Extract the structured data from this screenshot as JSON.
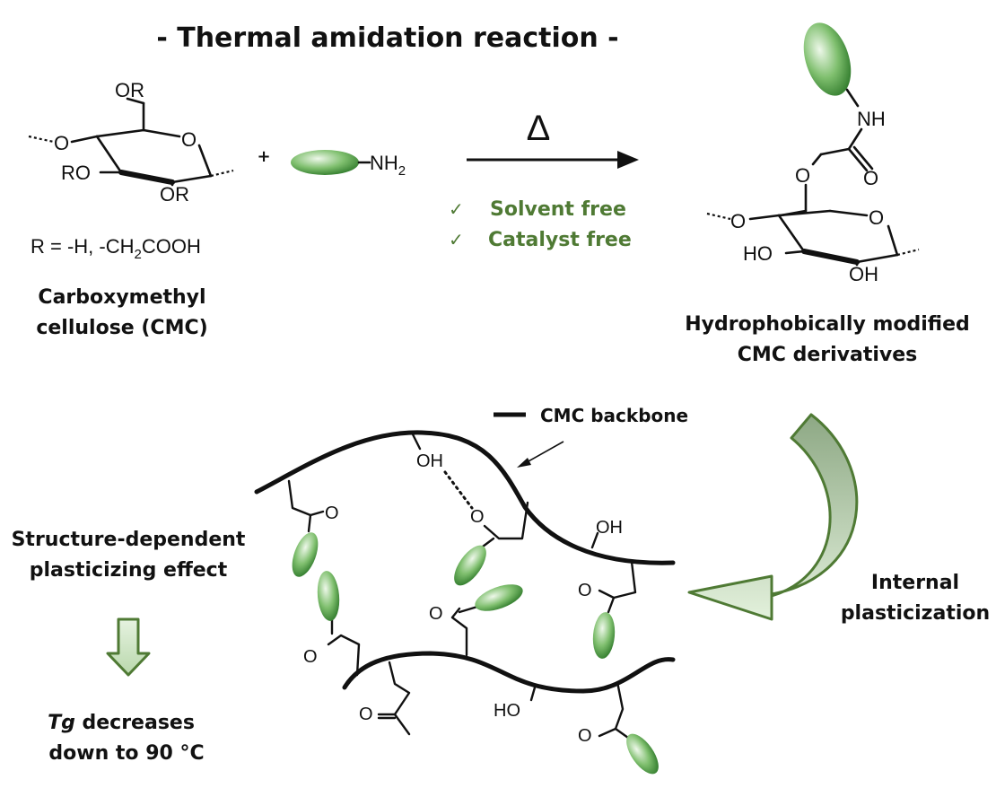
{
  "title": "- Thermal amidation reaction -",
  "reactant": {
    "ring_label_or_top": "OR",
    "ring_label_ro": "RO",
    "ring_label_or_bottom": "OR",
    "ring_label_o": "O",
    "left_o": "O",
    "r_definition": "R = -H, -CH",
    "r_definition_sub": "2",
    "r_definition_tail": "COOH",
    "name_line1": "Carboxymethyl",
    "name_line2": "cellulose (CMC)"
  },
  "plus": "+",
  "amine": {
    "label": "NH",
    "label_sub": "2"
  },
  "conditions": {
    "heat_symbol": "Δ",
    "check_mark": "✓",
    "items": [
      "Solvent free",
      "Catalyst free"
    ]
  },
  "product": {
    "nh_label": "NH",
    "carbonyl_o": "O",
    "ether_o": "O",
    "ring_o": "O",
    "left_o": "O",
    "ho_label": "HO",
    "oh_label": "OH",
    "name_line1": "Hydrophobically modified",
    "name_line2": "CMC derivatives"
  },
  "network": {
    "legend_label": "CMC backbone",
    "oh_top": "OH",
    "oh_right": "OH",
    "ho_bottom": "HO",
    "carbonyl_o": "O"
  },
  "left_panel": {
    "effect_line1": "Structure-dependent",
    "effect_line2": "plasticizing effect",
    "tg_symbol": "Tg",
    "tg_line1_rest": " decreases",
    "tg_line2": "down to 90 °C"
  },
  "right_panel": {
    "line1": "Internal",
    "line2": "plasticization"
  },
  "colors": {
    "green_text": "#4f7a34",
    "arrow_fill_light": "#d9ecd0",
    "arrow_fill_dark": "#8da884",
    "arrow_stroke": "#4f7a34",
    "ellipse_dark": "#3f8f3a",
    "ellipse_light": "#e2f3dc"
  }
}
